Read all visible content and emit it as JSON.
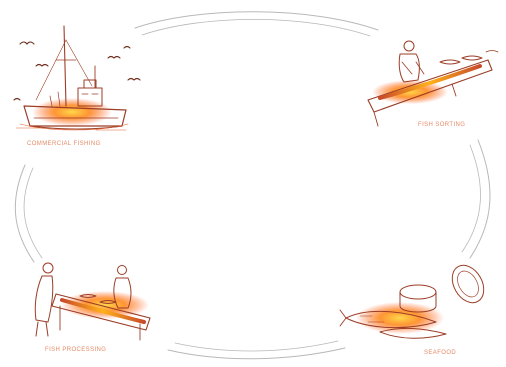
{
  "stages": {
    "commercial_fishing": {
      "label": "COMMERCIAL FISHING"
    },
    "fish_sorting": {
      "label": "FISH SORTING"
    },
    "fish_processing": {
      "label": "FISH PROCESSING"
    },
    "seafood": {
      "label": "SEAFOOD"
    }
  },
  "colors": {
    "sketch_dark": "#9b3d27",
    "sketch_mid": "#e0602f",
    "sketch_glow": "#ffb21a",
    "label_text": "#e58a67",
    "cycle_lines": "#b8b8b8"
  },
  "icons": [
    "fishing-boat-icon",
    "fish-sorting-worker-icon",
    "fish-processing-workers-icon",
    "seafood-cans-icon",
    "seagull-icon"
  ]
}
